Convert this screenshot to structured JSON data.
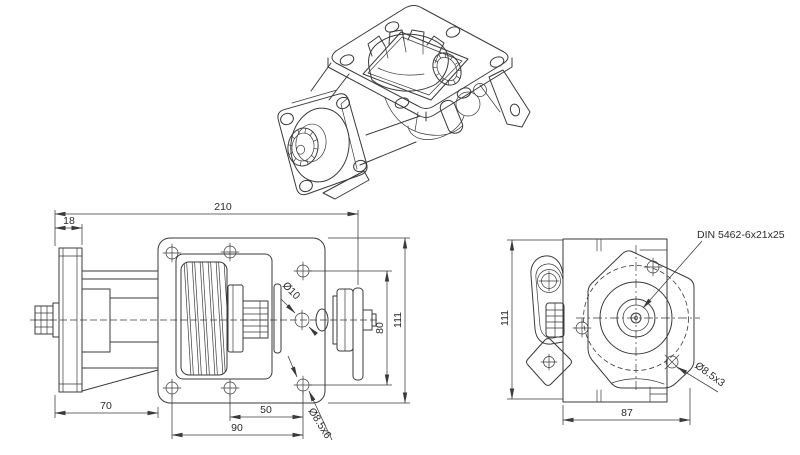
{
  "drawing": {
    "type": "technical-drawing",
    "subject": "PTO gearbox three-view drawing",
    "line_color": "#3a3a3a",
    "background": "#ffffff"
  },
  "dims": {
    "side": {
      "total": "210",
      "flange": "18",
      "left_len": "70",
      "holes_x1": "50",
      "holes_x2": "90",
      "height": "111",
      "holes_y": "80",
      "center_hole": "Ø10",
      "bolt_holes": "Ø8.5x6"
    },
    "end": {
      "height": "111",
      "width": "87",
      "spline": "DIN 5462-6x21x25",
      "bolt_holes": "Ø8.5x3"
    }
  }
}
